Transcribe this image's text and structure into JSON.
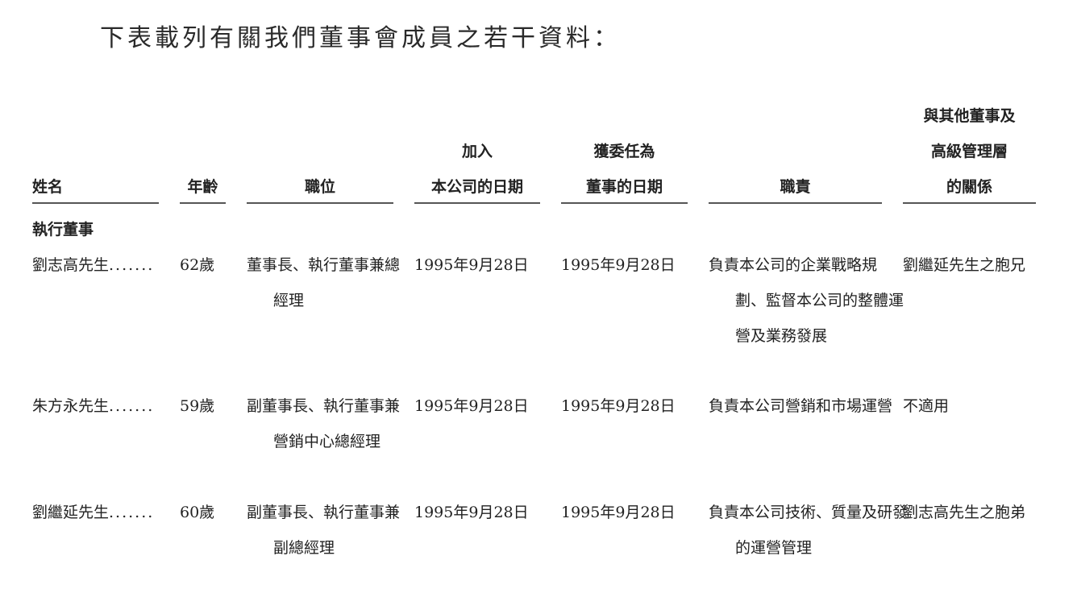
{
  "intro": "下表載列有關我們董事會成員之若干資料：",
  "headers": [
    {
      "key": "name",
      "lines": [
        "姓名"
      ]
    },
    {
      "key": "age",
      "lines": [
        "年齡"
      ]
    },
    {
      "key": "position",
      "lines": [
        "職位"
      ]
    },
    {
      "key": "join_date",
      "lines": [
        "加入",
        "本公司的日期"
      ]
    },
    {
      "key": "appointed_date",
      "lines": [
        "獲委任為",
        "董事的日期"
      ]
    },
    {
      "key": "responsibilities",
      "lines": [
        "職責"
      ]
    },
    {
      "key": "relationship",
      "lines": [
        "與其他董事及",
        "高級管理層",
        "的關係"
      ]
    }
  ],
  "section_title": "執行董事",
  "rows": [
    {
      "name": "劉志高先生",
      "dots": ".......",
      "age": "62歲",
      "position": [
        "董事長、執行董事兼總",
        "經理"
      ],
      "join_date": "1995年9月28日",
      "appointed_date": "1995年9月28日",
      "responsibilities": [
        "負責本公司的企業戰略規",
        "劃、監督本公司的整體運",
        "營及業務發展"
      ],
      "relationship": "劉繼延先生之胞兄"
    },
    {
      "name": "朱方永先生",
      "dots": ".......",
      "age": "59歲",
      "position": [
        "副董事長、執行董事兼",
        "營銷中心總經理"
      ],
      "join_date": "1995年9月28日",
      "appointed_date": "1995年9月28日",
      "responsibilities": [
        "負責本公司營銷和市場運營"
      ],
      "relationship": "不適用"
    },
    {
      "name": "劉繼延先生",
      "dots": ".......",
      "age": "60歲",
      "position": [
        "副董事長、執行董事兼",
        "副總經理"
      ],
      "join_date": "1995年9月28日",
      "appointed_date": "1995年9月28日",
      "responsibilities": [
        "負責本公司技術、質量及研發",
        "的運營管理"
      ],
      "relationship": "劉志高先生之胞弟"
    }
  ]
}
